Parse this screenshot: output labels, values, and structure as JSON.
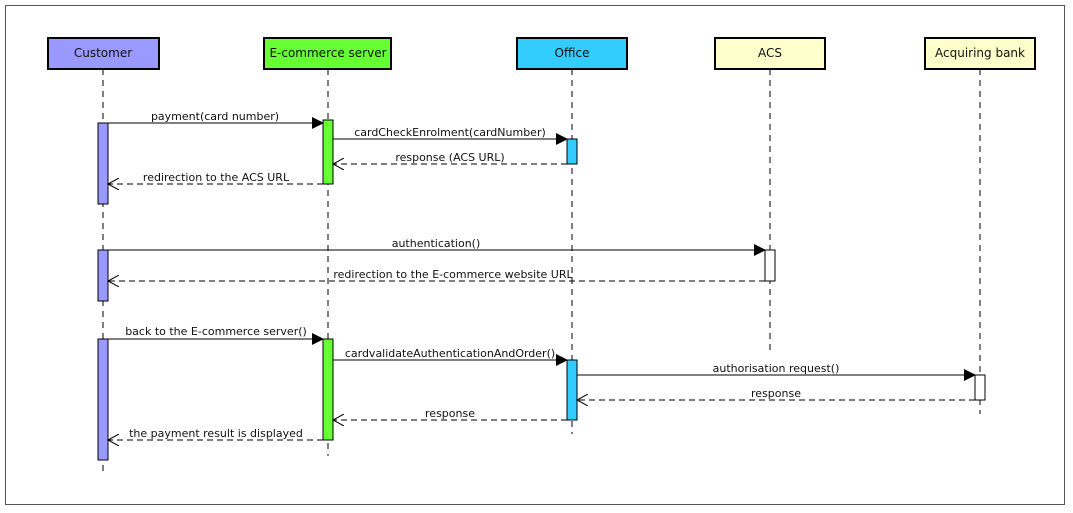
{
  "participants": [
    {
      "id": "customer",
      "label": "Customer",
      "color": "#9999ff"
    },
    {
      "id": "ecommerce",
      "label": "E-commerce server",
      "color": "#66ff33"
    },
    {
      "id": "office",
      "label": "Office",
      "color": "#33ccff"
    },
    {
      "id": "acs",
      "label": "ACS",
      "color": "#ffffcc"
    },
    {
      "id": "bank",
      "label": "Acquiring bank",
      "color": "#ffffcc"
    }
  ],
  "messages": [
    {
      "from": "customer",
      "to": "ecommerce",
      "label": "payment(card number)",
      "type": "sync"
    },
    {
      "from": "ecommerce",
      "to": "office",
      "label": "cardCheckEnrolment(cardNumber)",
      "type": "sync"
    },
    {
      "from": "office",
      "to": "ecommerce",
      "label": "response (ACS URL)",
      "type": "return"
    },
    {
      "from": "ecommerce",
      "to": "customer",
      "label": "redirection to the ACS URL",
      "type": "return"
    },
    {
      "from": "customer",
      "to": "acs",
      "label": "authentication()",
      "type": "sync"
    },
    {
      "from": "acs",
      "to": "customer",
      "label": "redirection to the E-commerce website URL",
      "type": "return"
    },
    {
      "from": "customer",
      "to": "ecommerce",
      "label": "back to the E-commerce server()",
      "type": "sync"
    },
    {
      "from": "ecommerce",
      "to": "office",
      "label": "cardvalidateAuthenticationAndOrder()",
      "type": "sync"
    },
    {
      "from": "office",
      "to": "bank",
      "label": "authorisation request()",
      "type": "sync"
    },
    {
      "from": "bank",
      "to": "office",
      "label": "response",
      "type": "return"
    },
    {
      "from": "office",
      "to": "ecommerce",
      "label": "response",
      "type": "return"
    },
    {
      "from": "ecommerce",
      "to": "customer",
      "label": "the payment result is displayed",
      "type": "return"
    }
  ]
}
